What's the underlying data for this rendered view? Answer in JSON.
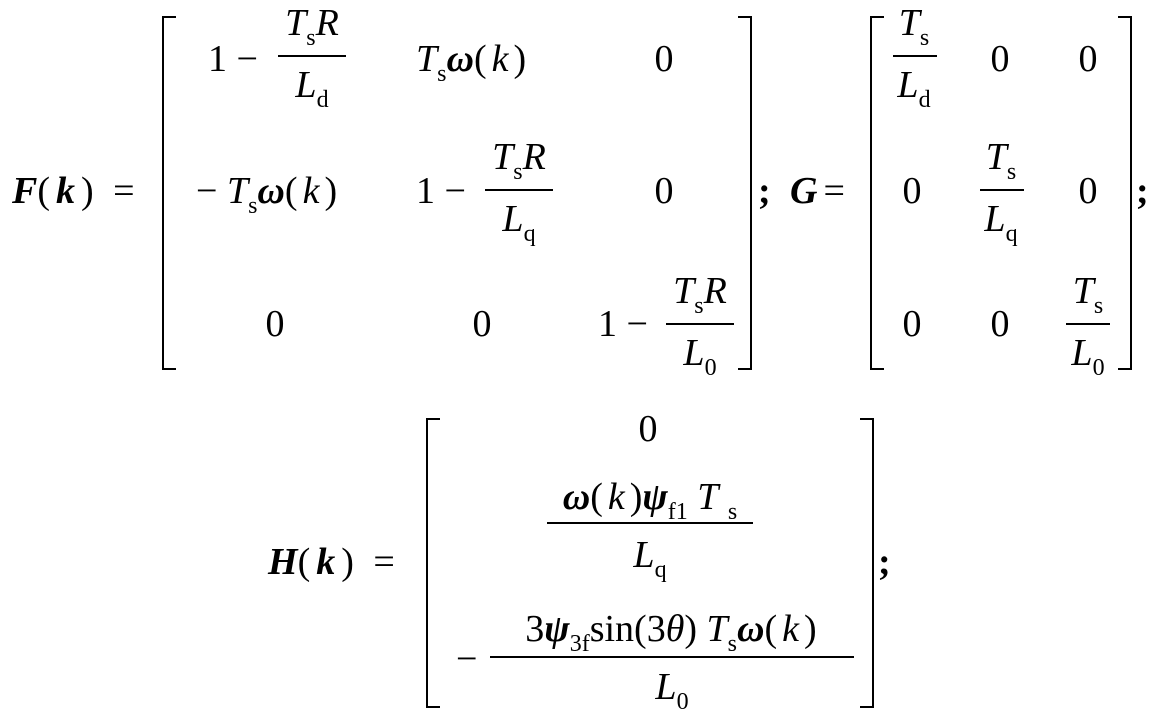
{
  "equation1": {
    "lhs": "F",
    "lhs_arg": "k",
    "equals": "=",
    "separator": ";",
    "matrix": [
      [
        "1 − TsR/Ld",
        "Tsω(k)",
        "0"
      ],
      [
        "− Tsω(k)",
        "1 − TsR/Lq",
        "0"
      ],
      [
        "0",
        "0",
        "1 − TsR/L0"
      ]
    ],
    "sym": {
      "one": "1",
      "minus": "−",
      "zero": "0",
      "T": "T",
      "s": "s",
      "R": "R",
      "L": "L",
      "d": "d",
      "q": "q",
      "sub0": "0",
      "omega": "ω",
      "lp": "(",
      "rp": ")",
      "k": "k"
    }
  },
  "equation2": {
    "lhs": "G",
    "equals": "=",
    "separator": ";",
    "matrix": [
      [
        "Ts/Ld",
        "0",
        "0"
      ],
      [
        "0",
        "Ts/Lq",
        "0"
      ],
      [
        "0",
        "0",
        "Ts/L0"
      ]
    ]
  },
  "equation3": {
    "lhs": "H",
    "lhs_arg": "k",
    "equals": "=",
    "separator": ";",
    "vector": [
      "0",
      "ω(k)ψf1Ts/Lq",
      "− 3ψ3fsin(3θ)Tsω(k)/L0"
    ],
    "sym": {
      "psi": "ψ",
      "f1": "f1",
      "three": "3",
      "threef": "3f",
      "sin": "sin",
      "theta": "θ"
    }
  }
}
